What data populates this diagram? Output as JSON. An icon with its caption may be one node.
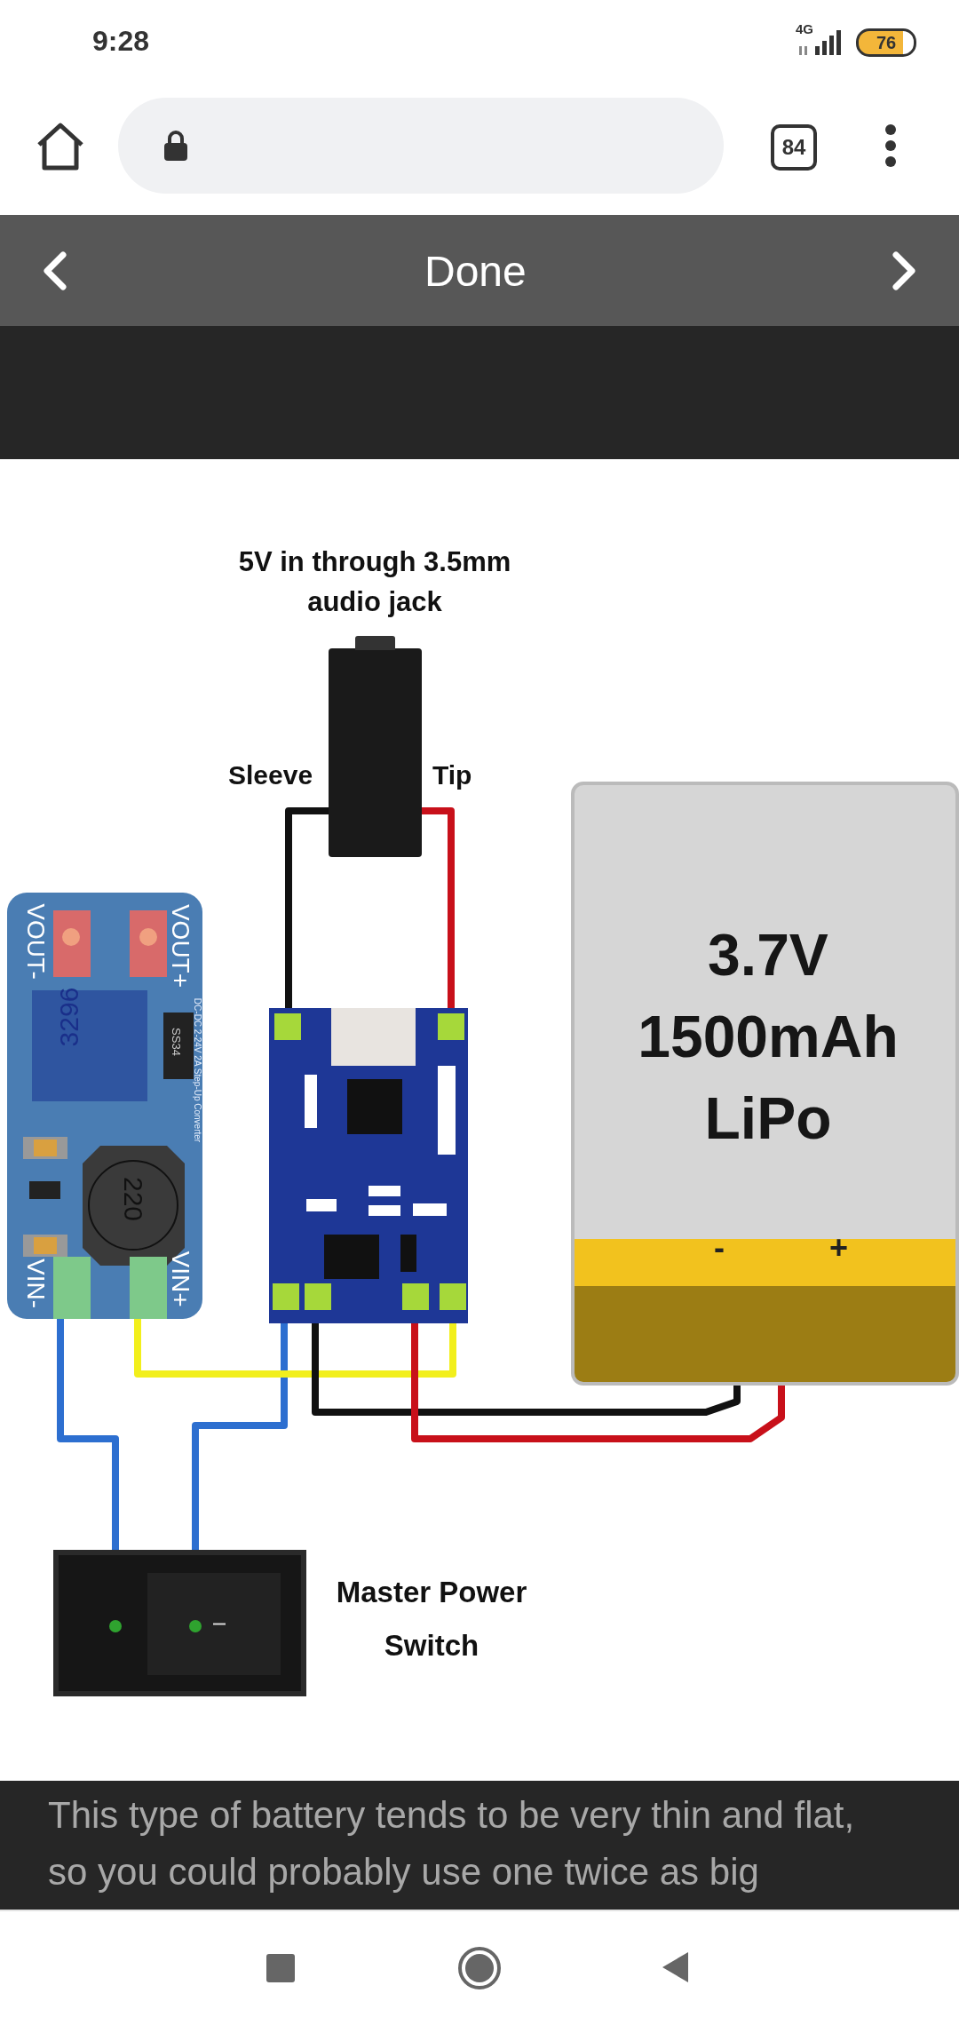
{
  "diagram": {
    "nodes": [
      {
        "text": [
          "5V in through 3.5mm audio jack"
        ]
      },
      {
        "text": [
          "VOUT-",
          "VOUT+",
          "3296",
          "SS34",
          "DC-DC 2-24V 2A Step-Up Converter",
          "220",
          "VIN-",
          "VIN+"
        ]
      },
      {
        "text": [],
        "shape": "picture"
      },
      {
        "text": [
          "3.7V 1500mAh LiPo",
          "-",
          "+"
        ]
      },
      {
        "text": [
          "I"
        ],
        "beside": [
          "Master Power Switch"
        ]
      }
    ],
    "edges": [
      {
        "from": 0,
        "to": 2,
        "arrow": "none",
        "color": "#111111"
      },
      {
        "from": 0,
        "to": 2,
        "arrow": "none",
        "color": "#c8101a"
      },
      {
        "from": 1,
        "to": 4,
        "arrow": "none",
        "color": "#2d6fd0"
      },
      {
        "from": 2,
        "to": 4,
        "arrow": "none",
        "color": "#2d6fd0"
      },
      {
        "from": 1,
        "to": 2,
        "arrow": "none",
        "color": "#f2ef1c"
      },
      {
        "from": 2,
        "to": 3,
        "arrow": "none",
        "color": "#111111"
      },
      {
        "from": 2,
        "to": 3,
        "arrow": "none",
        "color": "#c8101a"
      }
    ],
    "labels": [
      "9:28",
      "4G",
      "76",
      "84",
      "Done",
      "Sleeve",
      "Tip",
      "This type of battery tends to be very thin and flat, so you could probably use one twice as big"
    ]
  }
}
